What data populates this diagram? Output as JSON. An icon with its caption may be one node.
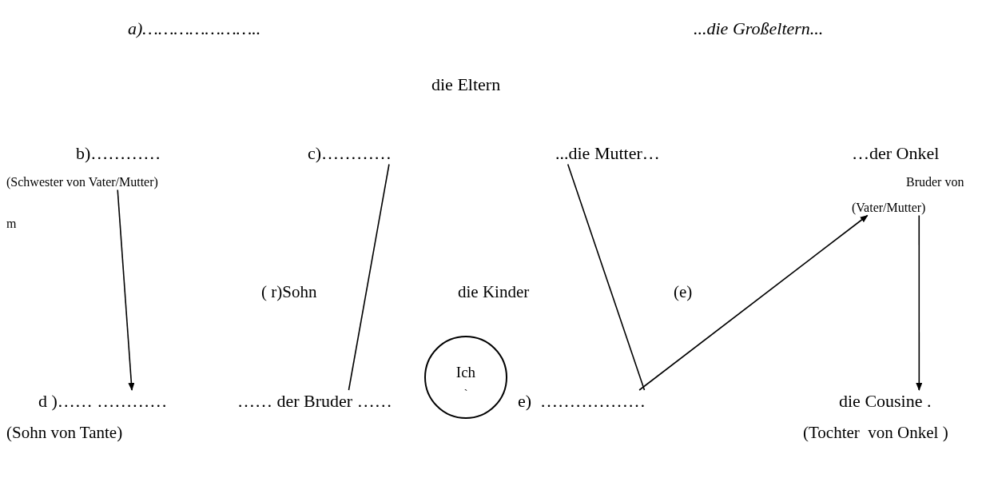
{
  "diagram": {
    "nodes": [
      {
        "text": [
          "a)………………….."
        ]
      },
      {
        "text": [
          "...die Großeltern..."
        ]
      },
      {
        "text": [
          "die Eltern"
        ]
      },
      {
        "text": [
          "b)…………"
        ],
        "beside": [
          "(Schwester von Vater/Mutter)"
        ]
      },
      {
        "text": [
          "c)…………"
        ]
      },
      {
        "text": [
          "...die Mutter…"
        ]
      },
      {
        "text": [
          "…der Onkel"
        ],
        "beside": [
          "Bruder von",
          "(Vater/Mutter)"
        ]
      },
      {
        "text": [
          "d )…… …………"
        ],
        "beside": [
          "(Sohn von Tante)"
        ]
      },
      {
        "text": [
          "…… der Bruder ……"
        ]
      },
      {
        "text": [
          "Ich",
          "ˎ"
        ]
      },
      {
        "text": [
          "e)  ………………"
        ]
      },
      {
        "text": [
          "die Cousine ."
        ],
        "beside": [
          "(Tochter  von Onkel )"
        ]
      }
    ],
    "edges": [
      {
        "from": 3,
        "to": 7,
        "arrow": "to"
      },
      {
        "from": 4,
        "to": 8,
        "arrow": "none"
      },
      {
        "from": 5,
        "to": 10,
        "arrow": "none"
      },
      {
        "from": 10,
        "to": 6,
        "arrow": "to"
      },
      {
        "from": 6,
        "to": 11,
        "arrow": "to"
      }
    ],
    "labels": [
      "m",
      "( r)Sohn",
      "die Kinder",
      "(e)"
    ]
  }
}
